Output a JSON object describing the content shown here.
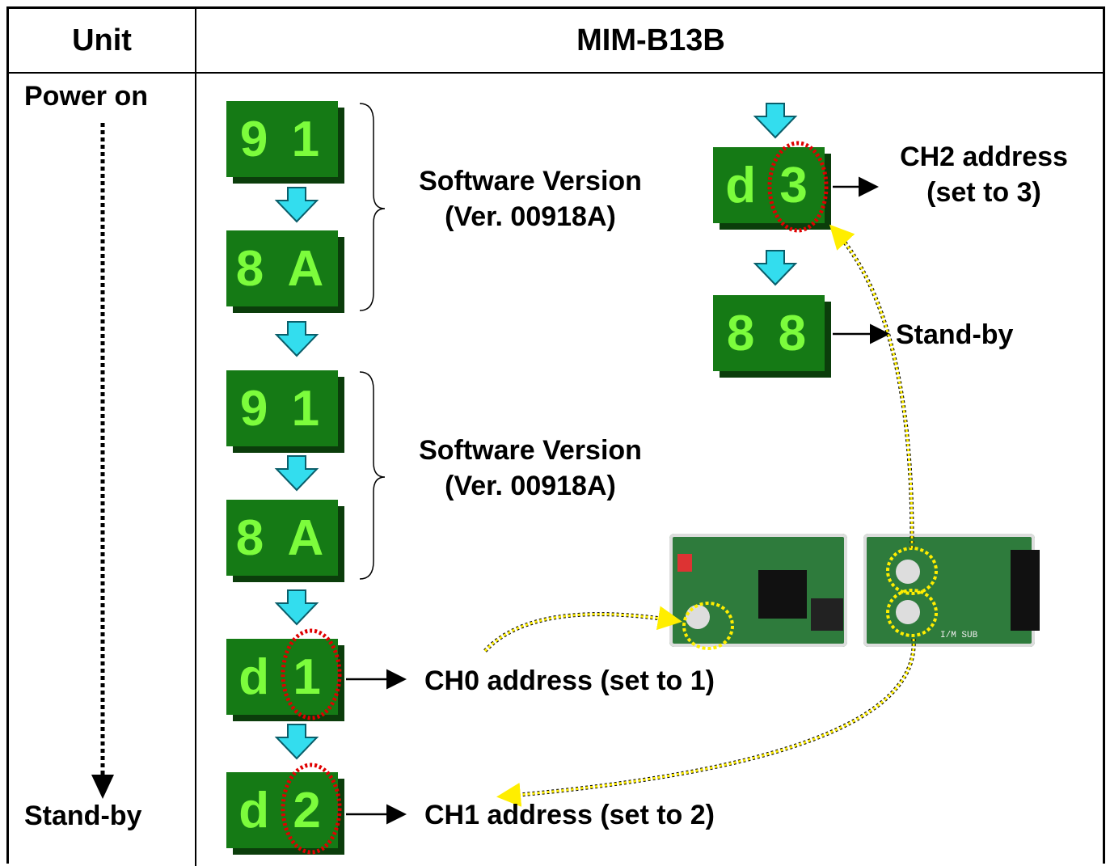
{
  "header": {
    "unit": "Unit",
    "model": "MIM-B13B"
  },
  "timeline": {
    "start": "Power on",
    "end": "Stand-by"
  },
  "displays": [
    {
      "left": "9",
      "right": "1"
    },
    {
      "left": "8",
      "right": "A"
    },
    {
      "left": "9",
      "right": "1"
    },
    {
      "left": "8",
      "right": "A"
    },
    {
      "left": "d",
      "right": "1"
    },
    {
      "left": "d",
      "right": "2"
    },
    {
      "left": "d",
      "right": "3"
    },
    {
      "left": "8",
      "right": "8"
    }
  ],
  "labels": {
    "version1_line1": "Software Version",
    "version1_line2": "(Ver. 00918A)",
    "version2_line1": "Software Version",
    "version2_line2": "(Ver. 00918A)",
    "ch0": "CH0 address (set to 1)",
    "ch1": "CH1 address (set to 2)",
    "ch2_line1": "CH2 address",
    "ch2_line2": "(set to 3)",
    "standby": "Stand-by"
  },
  "board_text": "I/M SUB",
  "colors": {
    "display_bg": "#157a15",
    "display_text": "#7cfc3c",
    "arrow": "#33ddee",
    "highlight": "#ffff33",
    "circle": "#e00000"
  }
}
